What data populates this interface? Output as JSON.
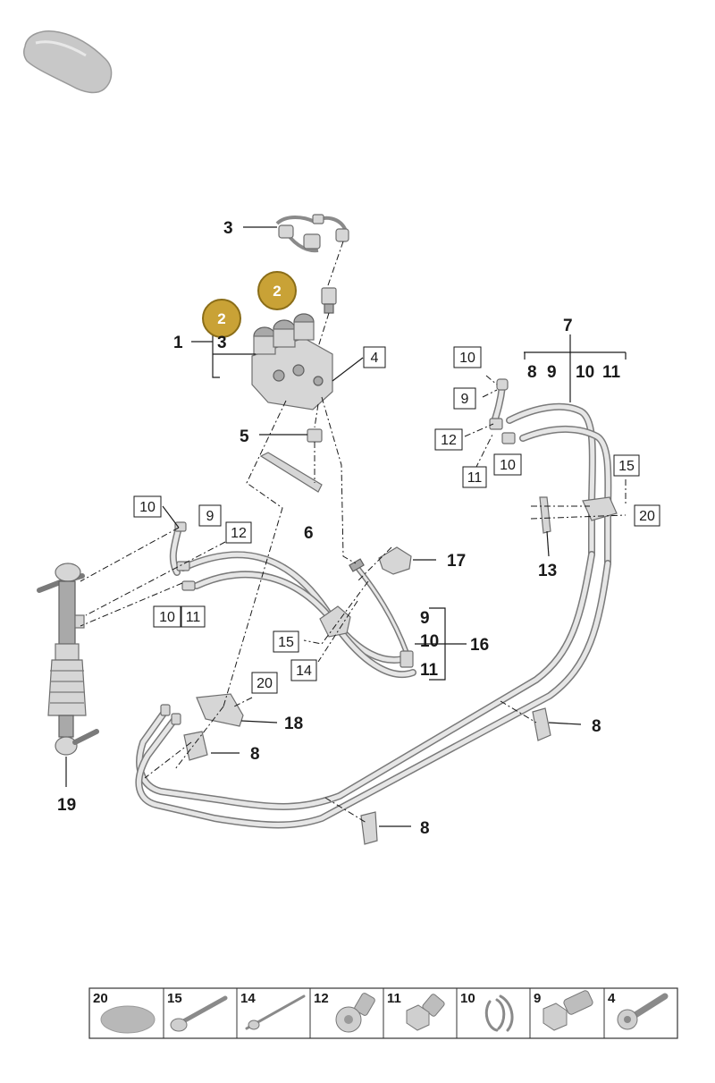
{
  "colors": {
    "badge_fill": "#c9a236",
    "badge_border": "#8a6d18",
    "line": "#1a1a1a",
    "part_fill": "#d6d6d6",
    "table_border": "#333333"
  },
  "vehicle_icon": "car-silhouette-icon",
  "badges": [
    "2",
    "2"
  ],
  "labels": {
    "l1": "1",
    "l3a": "3",
    "l3b": "3",
    "l4": "4",
    "l5": "5",
    "l6": "6",
    "l7": "7",
    "l7_8": "8",
    "l7_9": "9",
    "l7_10": "10",
    "l7_11": "11",
    "l8a": "8",
    "l8b": "8",
    "l8c": "8",
    "l9r": "9",
    "l10r": "10",
    "l11r": "11",
    "l12r": "12",
    "l10r2": "10",
    "l15r": "15",
    "l20r": "20",
    "l13": "13",
    "l10l": "10",
    "l9l": "9",
    "l12l": "12",
    "l10l2": "10",
    "l11l": "11",
    "l17": "17",
    "l16": "16",
    "l16_9": "9",
    "l16_10": "10",
    "l16_11": "11",
    "l15m": "15",
    "l14m": "14",
    "l20m": "20",
    "l18": "18",
    "l19": "19"
  },
  "parts_table": [
    {
      "num": "20",
      "icon": "washer-disc-icon"
    },
    {
      "num": "15",
      "icon": "long-bolt-icon"
    },
    {
      "num": "14",
      "icon": "rivet-pin-icon"
    },
    {
      "num": "12",
      "icon": "banjo-bolt-icon"
    },
    {
      "num": "11",
      "icon": "hex-union-nut-icon"
    },
    {
      "num": "10",
      "icon": "spring-clip-icon"
    },
    {
      "num": "9",
      "icon": "hex-head-bolt-icon"
    },
    {
      "num": "4",
      "icon": "torx-screw-icon"
    }
  ]
}
